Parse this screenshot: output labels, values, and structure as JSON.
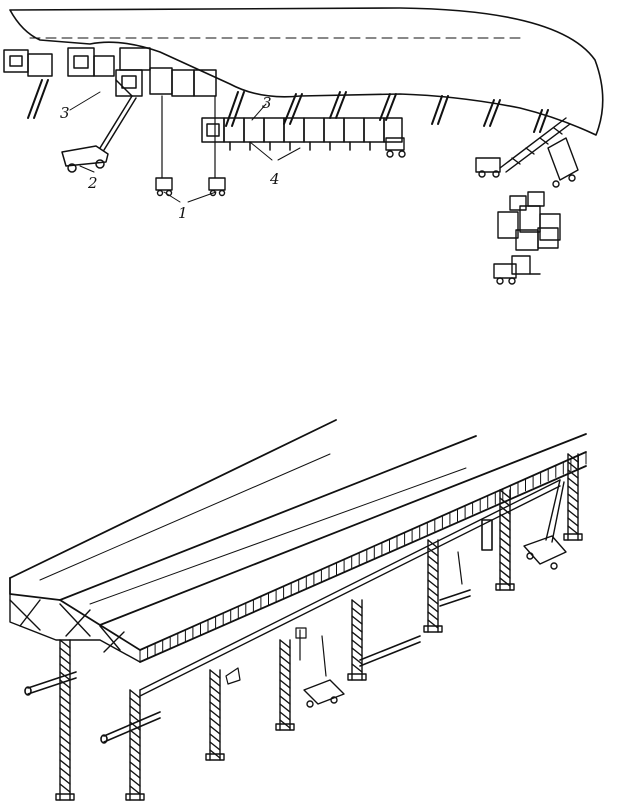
{
  "top_figure": {
    "callouts": {
      "one": "1",
      "two": "2",
      "three_left": "3",
      "three_right": "3",
      "four": "4"
    }
  },
  "bottom_figure": {},
  "colors": {
    "ink": "#111111",
    "paper": "#ffffff"
  }
}
